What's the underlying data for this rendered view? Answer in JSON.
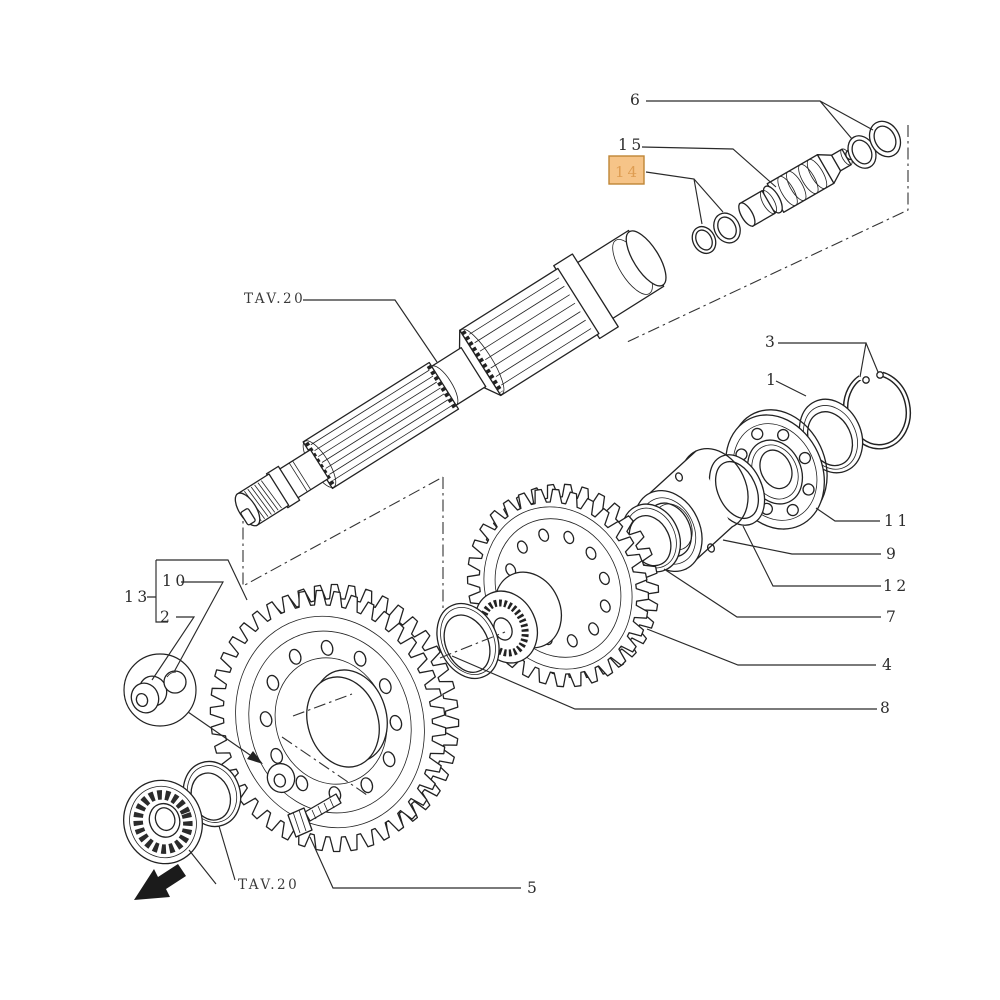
{
  "diagram_title": "exploded-gear-shaft-parts-diagram",
  "references": {
    "tav_top": "TAV.20",
    "tav_bottom": "TAV.20"
  },
  "highlight": {
    "part": "14",
    "color": "#F6C488",
    "border": "#BF8536",
    "text_color": "#DE9D52"
  },
  "callouts": {
    "c1": "1",
    "c2": "2",
    "c3": "3",
    "c4": "4",
    "c5": "5",
    "c6": "6",
    "c7": "7",
    "c8": "8",
    "c9": "9",
    "c10": "10",
    "c11": "11",
    "c12": "12",
    "c13": "13",
    "c14": "14",
    "c15": "15"
  },
  "line_color": "#222222",
  "background_color": "#ffffff"
}
